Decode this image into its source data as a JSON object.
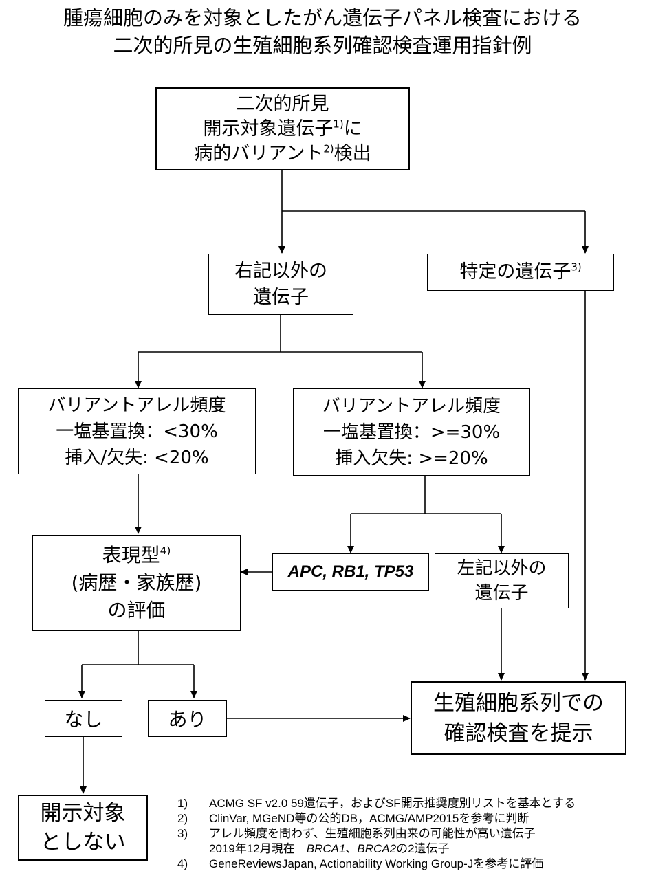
{
  "title": {
    "line1": "腫瘍細胞のみを対象としたがん遺伝子パネル検査における",
    "line2": "二次的所見の生殖細胞系列確認検査運用指針例"
  },
  "boxes": {
    "start": {
      "line1": "二次的所見",
      "line2a": "開示対象遺伝子",
      "line2_sup": "1)",
      "line2b": "に",
      "line3a": "病的バリアント",
      "line3_sup": "2)",
      "line3b": "検出"
    },
    "other_genes": {
      "line1": "右記以外の",
      "line2": "遺伝子"
    },
    "specific_genes": {
      "text": "特定の遺伝子",
      "sup": "3)"
    },
    "vaf_low": {
      "line1": "バリアントアレル頻度",
      "line2": "一塩基置換：<30%",
      "line3": "挿入/欠失: <20%"
    },
    "vaf_high": {
      "line1": "バリアントアレル頻度",
      "line2": "一塩基置換：>=30%",
      "line3": "挿入欠失: >=20%"
    },
    "phenotype": {
      "line1a": "表現型",
      "line1_sup": "4)",
      "line2": "(病歴・家族歴)",
      "line3": "の評価"
    },
    "apc_genes": {
      "text": "APC, RB1, TP53"
    },
    "left_other_genes": {
      "line1": "左記以外の",
      "line2": "遺伝子"
    },
    "none": {
      "text": "なし"
    },
    "present": {
      "text": "あり"
    },
    "germline": {
      "line1": "生殖細胞系列での",
      "line2": "確認検査を提示"
    },
    "no_disclosure": {
      "line1": "開示対象",
      "line2": "としない"
    }
  },
  "notes": [
    {
      "num": "1)",
      "text": "ACMG SF v2.0 59遺伝子，およびSF開示推奨度別リストを基本とする"
    },
    {
      "num": "2)",
      "text": "ClinVar, MGeND等の公的DB，ACMG/AMP2015を参考に判断"
    },
    {
      "num": "3)",
      "text": "アレル頻度を問わず、生殖細胞系列由来の可能性が高い遺伝子"
    },
    {
      "num": "",
      "text_a": "2019年12月現在　",
      "gene1": "BRCA1",
      "sep": "、",
      "gene2": "BRCA2",
      "text_b": "の2遺伝子"
    },
    {
      "num": "4)",
      "text": "GeneReviewsJapan, Actionability Working Group-Jを参考に評価"
    }
  ]
}
